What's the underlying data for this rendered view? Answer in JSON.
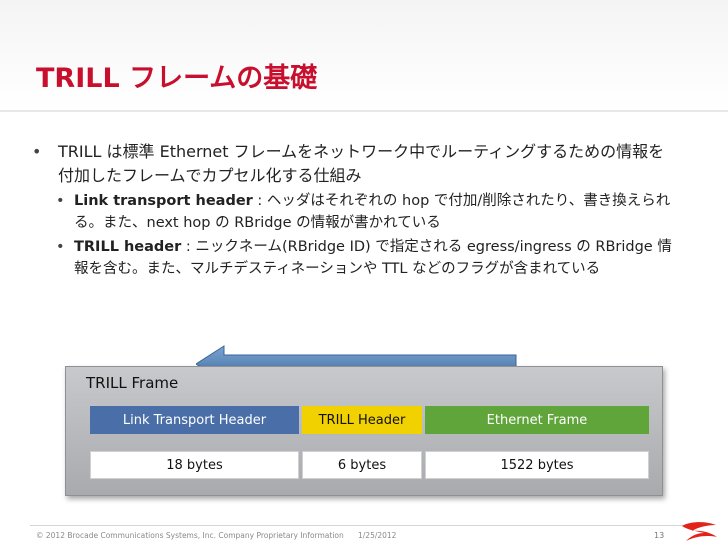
{
  "slide": {
    "title": "TRILL フレームの基礎",
    "bullet_main": "TRILL は標準 Ethernet フレームをネットワーク中でルーティングするための情報を付加したフレームでカプセル化する仕組み",
    "sub_bullets": [
      {
        "term": "Link transport header",
        "text": " : ヘッダはそれぞれの hop で付加/削除されたり、書き換えられる。また、next hop の RBridge の情報が書かれている"
      },
      {
        "term": "TRILL header",
        "text": " : ニックネーム(RBridge ID) で指定される egress/ingress の RBridge 情報を含む。また、マルチデスティネーションや TTL などのフラグが含まれている"
      }
    ]
  },
  "diagram": {
    "frame_label": "TRILL Frame",
    "segments": [
      {
        "name": "Link Transport Header",
        "size": "18 bytes",
        "color": "#4a6fa8"
      },
      {
        "name": "TRILL Header",
        "size": "6 bytes",
        "color": "#f2d100"
      },
      {
        "name": "Ethernet Frame",
        "size": "1522 bytes",
        "color": "#5fa53a"
      }
    ]
  },
  "footer": {
    "copyright": "© 2012 Brocade Communications Systems, Inc. Company Proprietary Information",
    "date": "1/25/2012",
    "page": "13"
  },
  "colors": {
    "title": "#c8102e",
    "arrow": "#5b87b8",
    "logo": "#e2231a"
  },
  "icons": {
    "arrow": "left-arrow-icon",
    "logo": "brocade-logo-icon"
  }
}
